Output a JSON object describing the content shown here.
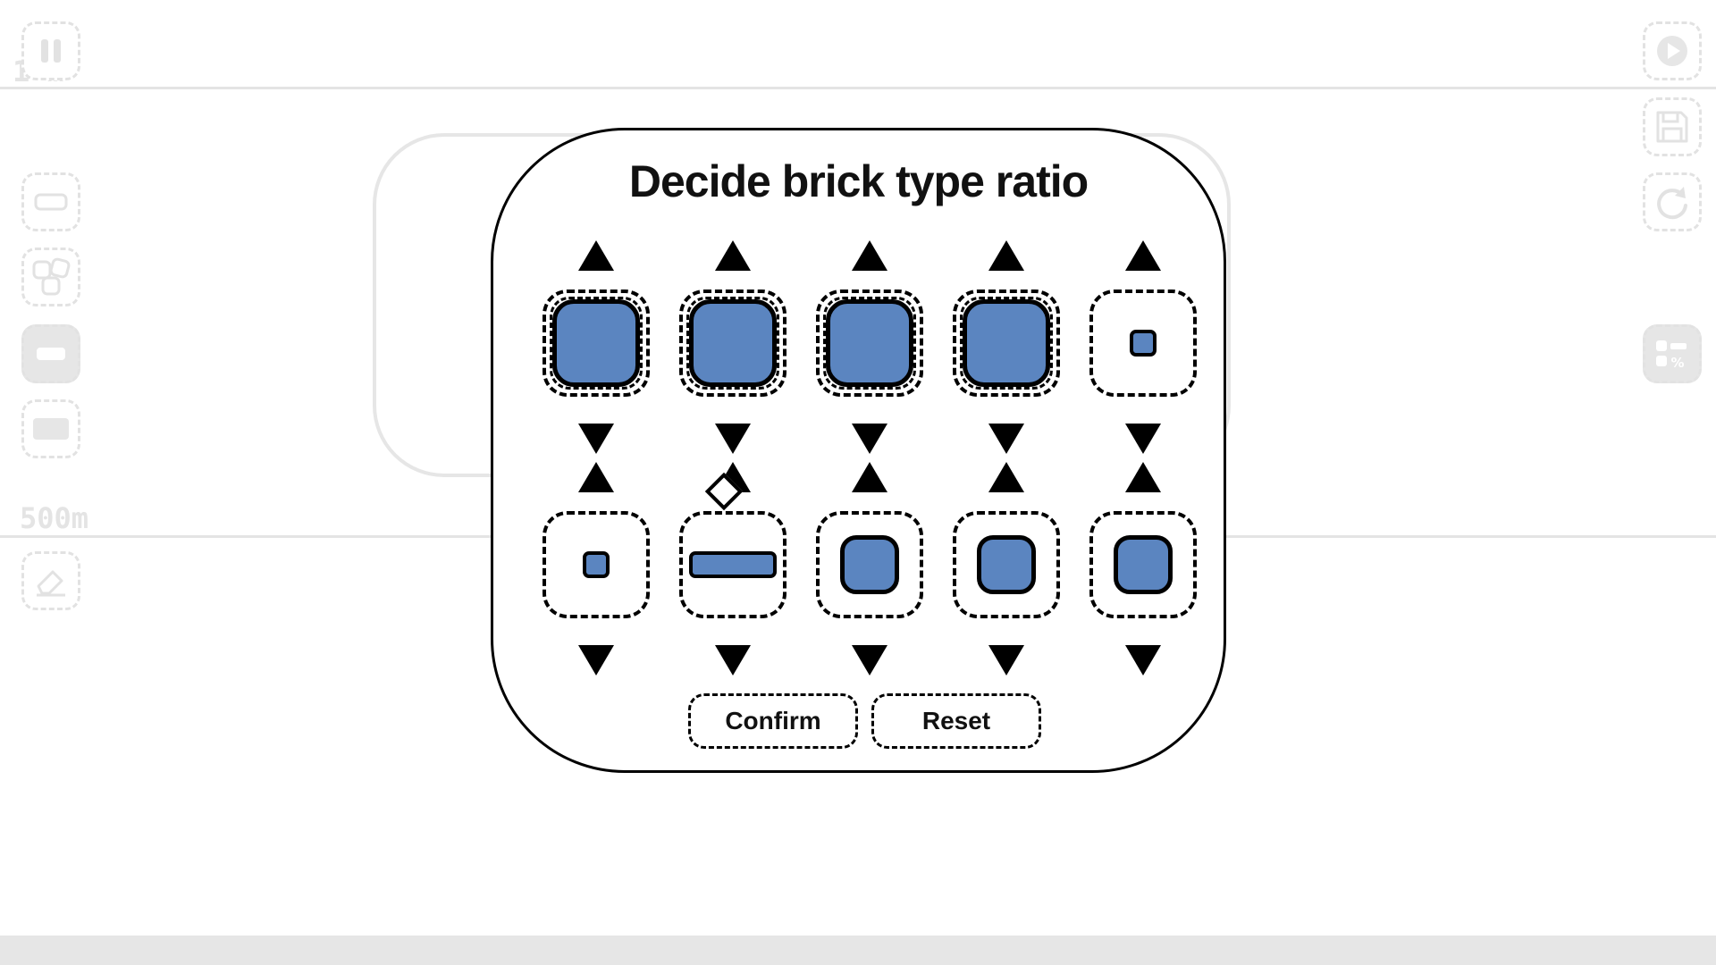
{
  "hud": {
    "distance_top": "1 m",
    "distance_mid": "500m"
  },
  "left_toolbar": {
    "pause": "pause-icon",
    "items": [
      "brick-outline-icon",
      "shapes-icon",
      "brick-solid-icon",
      "block-solid-icon",
      "eraser-icon"
    ]
  },
  "right_toolbar": {
    "items": [
      "play-icon",
      "save-icon",
      "refresh-icon",
      "ratio-icon"
    ]
  },
  "dialog": {
    "title": "Decide brick type ratio",
    "confirm_label": "Confirm",
    "reset_label": "Reset",
    "brick_rows": [
      [
        {
          "size": "big",
          "selected": true
        },
        {
          "size": "big",
          "selected": true
        },
        {
          "size": "big",
          "selected": true
        },
        {
          "size": "big",
          "selected": true
        },
        {
          "size": "small",
          "selected": false
        }
      ],
      [
        {
          "size": "small",
          "selected": false
        },
        {
          "size": "long",
          "selected": false
        },
        {
          "size": "med",
          "selected": false
        },
        {
          "size": "med",
          "selected": false
        },
        {
          "size": "med",
          "selected": false
        }
      ]
    ]
  },
  "colors": {
    "brick_fill": "#5b85c0",
    "outline": "#000000",
    "ghost_ui": "#e4e4e4"
  }
}
